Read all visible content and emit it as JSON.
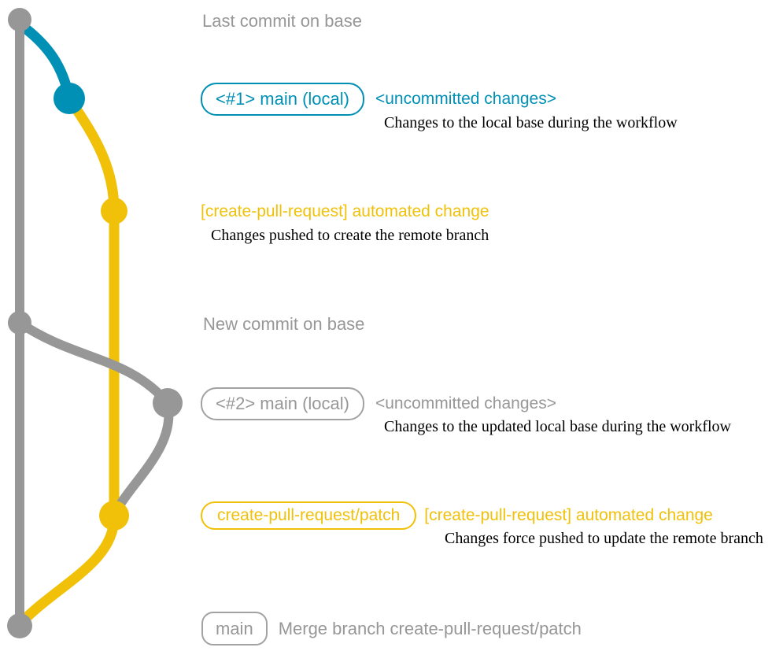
{
  "diagram_title": "create-pull-request workflow git graph",
  "colors": {
    "base_gray": "#979797",
    "local_main_blue": "#008fb5",
    "patch_branch_yellow": "#f1c109",
    "caption_black": "#000000"
  },
  "rows": [
    {
      "type": "milestone",
      "label": "Last commit on base"
    },
    {
      "type": "commit",
      "branch": "local-main",
      "badge": "<#1> main (local)",
      "message": "<uncommitted changes>",
      "caption": "Changes to the local base during the workflow"
    },
    {
      "type": "commit",
      "branch": "patch",
      "message": "[create-pull-request] automated change",
      "caption": "Changes pushed to create the remote branch"
    },
    {
      "type": "milestone",
      "label": "New commit on base"
    },
    {
      "type": "commit",
      "branch": "local-main",
      "badge": "<#2> main (local)",
      "message": "<uncommitted changes>",
      "caption": "Changes to the updated local base during the workflow"
    },
    {
      "type": "commit",
      "branch": "patch",
      "badge": "create-pull-request/patch",
      "message": "[create-pull-request] automated change",
      "caption": "Changes force pushed to update the remote branch"
    },
    {
      "type": "commit",
      "branch": "base",
      "badge": "main",
      "message": "Merge branch create-pull-request/patch"
    }
  ]
}
